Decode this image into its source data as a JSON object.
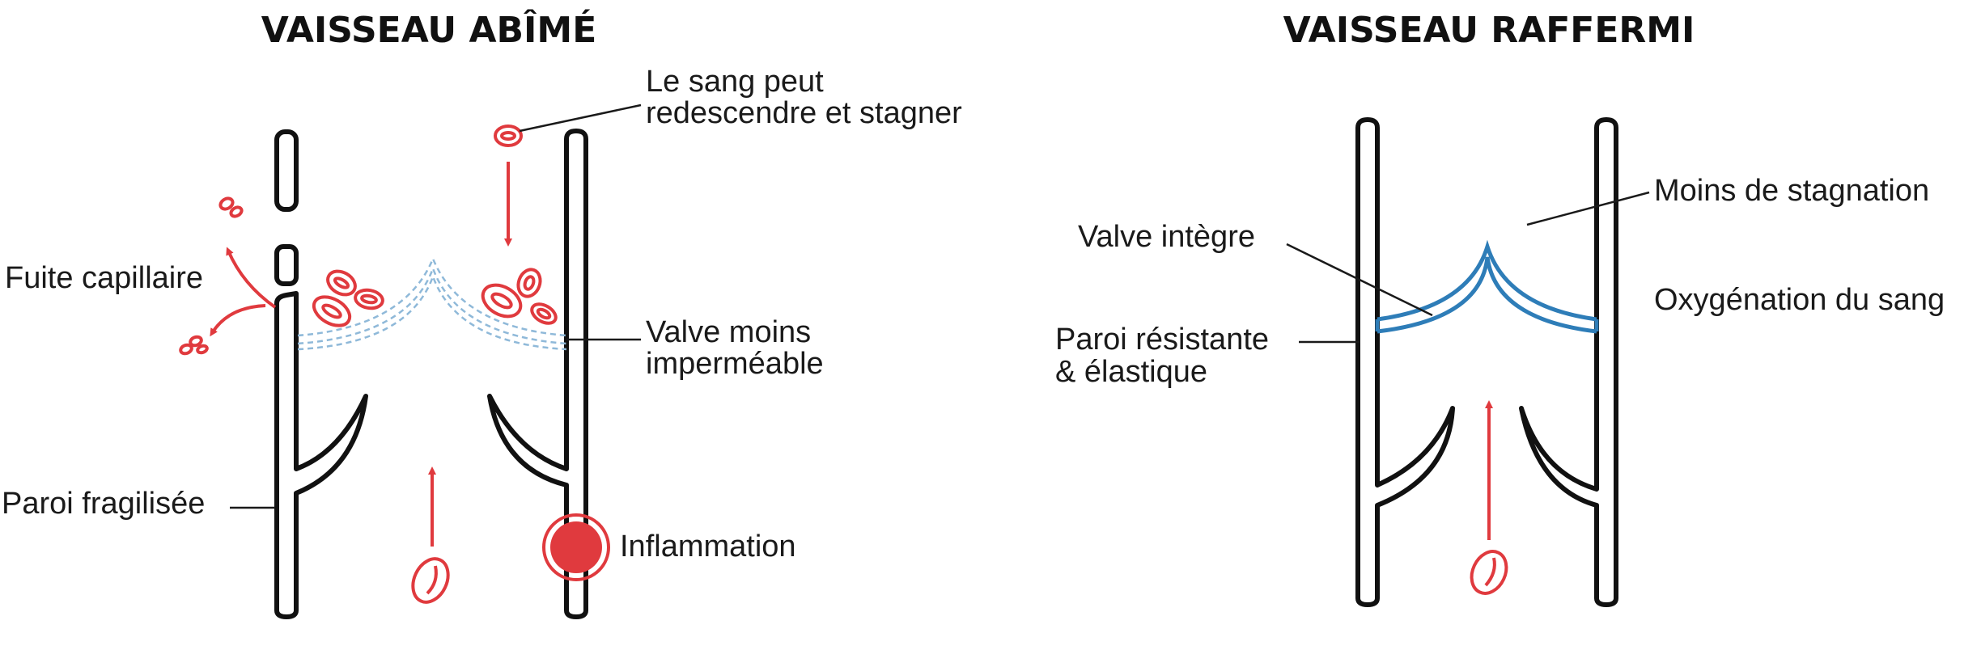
{
  "colors": {
    "blood": "#e03a3e",
    "valve_ok": "#2e7db8",
    "valve_weak": "#8fb9d9",
    "ink": "#111111"
  },
  "left_panel": {
    "title": "VAISSEAU ABÎMÉ",
    "labels": {
      "blood_back_1": "Le sang peut",
      "blood_back_2": "redescendre et stagner",
      "leak": "Fuite capillaire",
      "valve_1": "Valve moins",
      "valve_2": "imperméable",
      "wall": "Paroi fragilisée",
      "inflammation": "Inflammation"
    }
  },
  "right_panel": {
    "title": "VAISSEAU RAFFERMI",
    "labels": {
      "less_stagnation": "Moins de stagnation",
      "valve": "Valve intègre",
      "oxygenation": "Oxygénation du sang",
      "wall_1": "Paroi résistante",
      "wall_2": "& élastique"
    }
  }
}
